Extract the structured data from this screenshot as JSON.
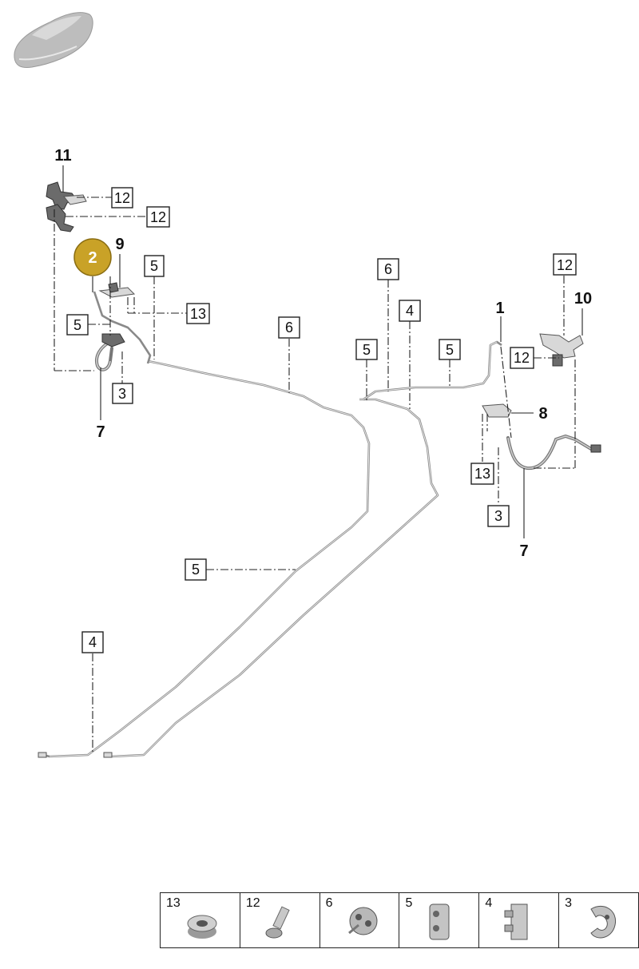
{
  "callouts": {
    "highlighted": "2",
    "c1": "1",
    "c7a": "7",
    "c7b": "7",
    "c8": "8",
    "c9": "9",
    "c10": "10",
    "c11": "11"
  },
  "boxes": {
    "b12a": "12",
    "b12b": "12",
    "b12c": "12",
    "b12d": "12",
    "b5a": "5",
    "b5b": "5",
    "b5c": "5",
    "b5d": "5",
    "b5e": "5",
    "b13a": "13",
    "b13b": "13",
    "b6a": "6",
    "b6b": "6",
    "b4a": "4",
    "b4b": "4",
    "b3a": "3",
    "b3b": "3"
  },
  "legend": {
    "items": [
      "13",
      "12",
      "6",
      "5",
      "4",
      "3"
    ]
  },
  "colors": {
    "highlight_fill": "#c9a227",
    "highlight_stroke": "#8a6d12",
    "pipe": "#8a8a8a"
  }
}
